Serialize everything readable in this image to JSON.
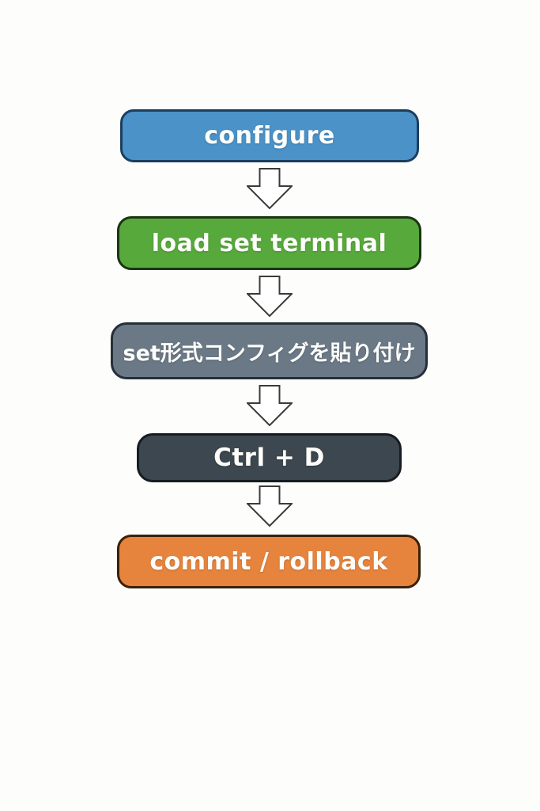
{
  "flowchart": {
    "description": "Vertical 5-step flowchart of a network config procedure",
    "background": "#fdfdfb",
    "text_color": "#fdfdfa",
    "steps": [
      {
        "label": "configure",
        "fill": "#4a92c8",
        "border": "#1c3e5e"
      },
      {
        "label": "load set terminal",
        "fill": "#57a93c",
        "border": "#1b3513"
      },
      {
        "label": "set形式コンフィグを貼り付け",
        "fill": "#6b7987",
        "border": "#252f39"
      },
      {
        "label": "Ctrl + D",
        "fill": "#3d474f",
        "border": "#161c21"
      },
      {
        "label": "commit / rollback",
        "fill": "#e6843e",
        "border": "#3b2008"
      }
    ],
    "arrow": {
      "fill": "#ffffff",
      "stroke": "#3a3a3a"
    }
  }
}
